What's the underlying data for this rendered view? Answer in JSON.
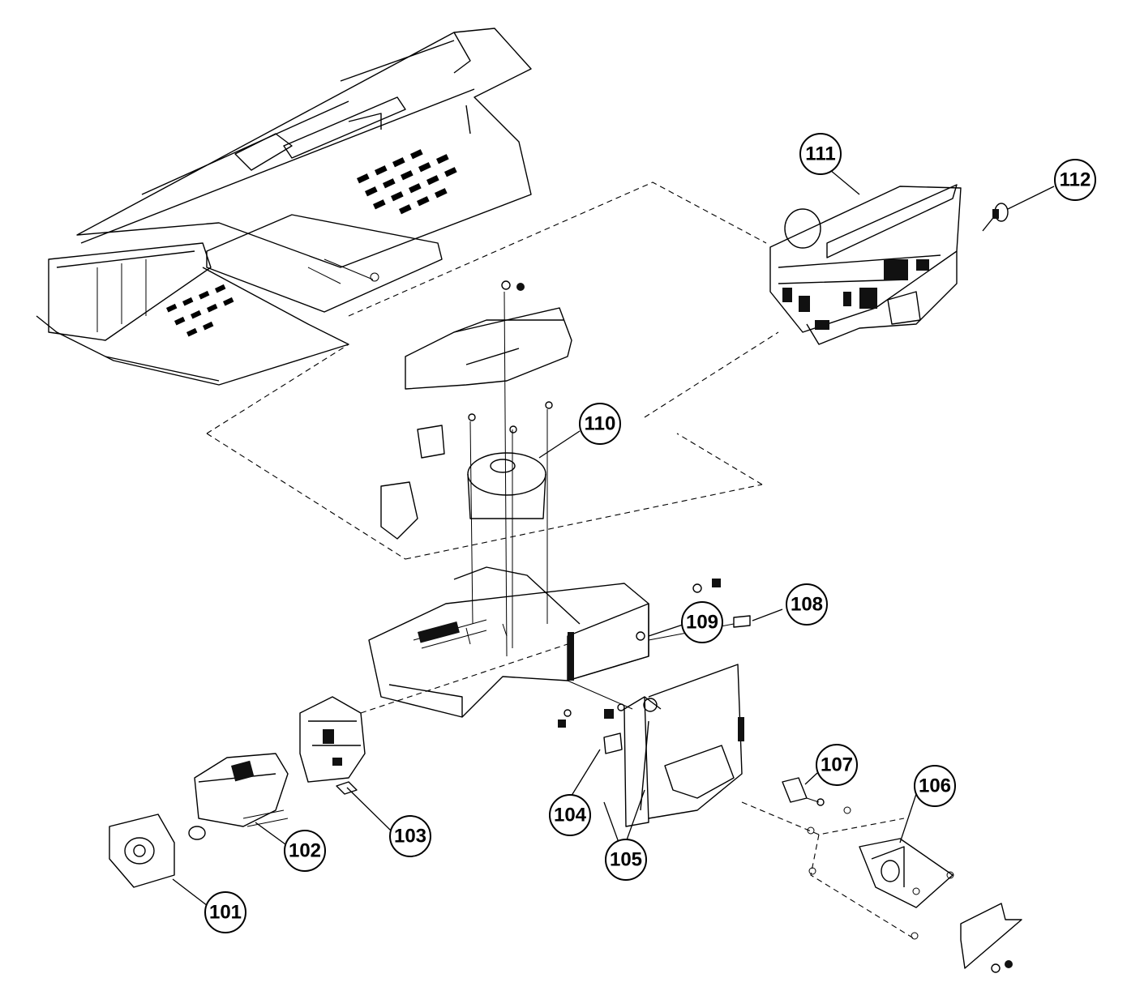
{
  "callouts": [
    {
      "id": "101",
      "label": "101"
    },
    {
      "id": "102",
      "label": "102"
    },
    {
      "id": "103",
      "label": "103"
    },
    {
      "id": "104",
      "label": "104"
    },
    {
      "id": "105",
      "label": "105"
    },
    {
      "id": "106",
      "label": "106"
    },
    {
      "id": "107",
      "label": "107"
    },
    {
      "id": "108",
      "label": "108"
    },
    {
      "id": "109",
      "label": "109"
    },
    {
      "id": "110",
      "label": "110"
    },
    {
      "id": "111",
      "label": "111"
    },
    {
      "id": "112",
      "label": "112"
    }
  ]
}
